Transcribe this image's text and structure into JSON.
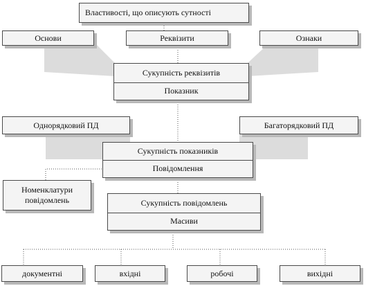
{
  "nodes": {
    "top": "Властивості, що описують сутності",
    "osnovy": "Основи",
    "rekvizyty": "Реквізити",
    "oznaky": "Ознаки",
    "sukupnist_rekvizytiv": "Сукупність реквізитів",
    "pokaznyk": "Показник",
    "odnoryadkovyi": "Однорядковий ПД",
    "bagatoryadkovyi": "Багаторядковий ПД",
    "sukupnist_pokaznykiv": "Сукупність показників",
    "povidomlennya": "Повідомлення",
    "nomenklatury": "Номенклатури повідомлень",
    "sukupnist_povidomlen": "Сукупність повідомлень",
    "masyvy": "Масиви",
    "dokumentni": "документні",
    "vkhidni": "вхідні",
    "roboch": "робочі",
    "vykhidni": "вихідні"
  }
}
